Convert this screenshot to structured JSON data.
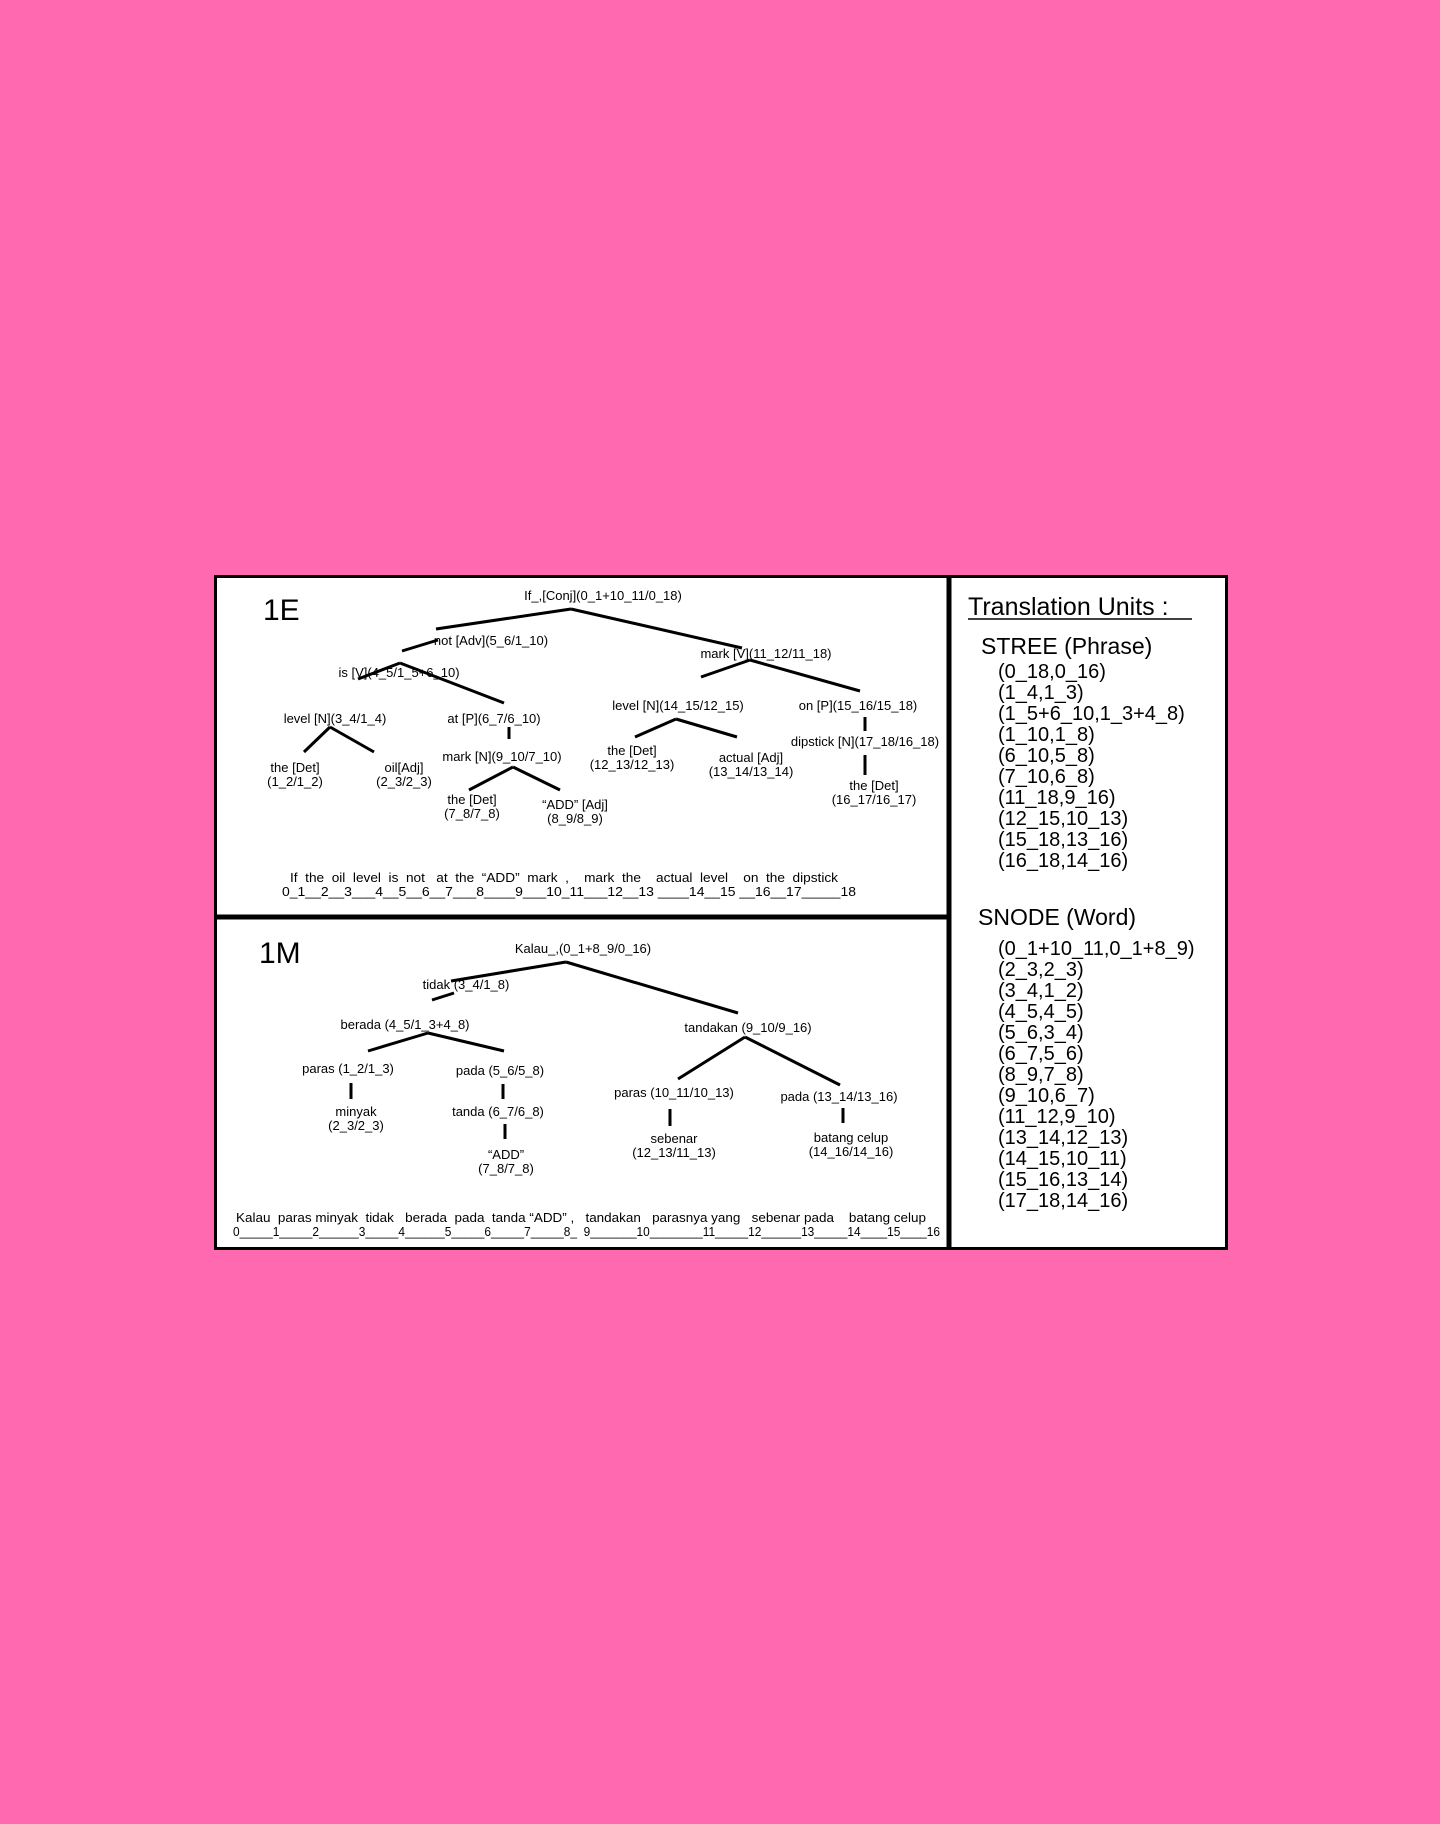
{
  "panel_1e": {
    "label": "1E",
    "nodes": {
      "root": "If_,[Conj](0_1+10_11/0_18)",
      "not": "not [Adv](5_6/1_10)",
      "is": "is [V](4_5/1_5+6_10)",
      "level_n": "level [N](3_4/1_4)",
      "at_p": "at [P](6_7/6_10)",
      "the_det_1": "the [Det]",
      "the_det_1_span": "(1_2/1_2)",
      "oil_adj": "oil[Adj]",
      "oil_adj_span": "(2_3/2_3)",
      "mark_n": "mark [N](9_10/7_10)",
      "the_det_2": "the [Det]",
      "the_det_2_span": "(7_8/7_8)",
      "add_adj": "“ADD” [Adj]",
      "add_adj_span": "(8_9/8_9)",
      "mark_v": "mark [V](11_12/11_18)",
      "level_n_2": "level [N](14_15/12_15)",
      "on_p": "on [P](15_16/15_18)",
      "the_det_3": "the [Det]",
      "the_det_3_span": "(12_13/12_13)",
      "actual_adj": "actual [Adj]",
      "actual_adj_span": "(13_14/13_14)",
      "dipstick_n": "dipstick [N](17_18/16_18)",
      "the_det_4": "the [Det]",
      "the_det_4_span": "(16_17/16_17)"
    },
    "sentence_words": "If  the  oil  level  is  not   at  the  “ADD”  mark  ,    mark  the    actual  level    on  the  dipstick",
    "sentence_indices": "0_1__2__3___4__5__6__7___8____9___10_11___12__13 ____14__15 __16__17_____18"
  },
  "panel_1m": {
    "label": "1M",
    "nodes": {
      "root": "Kalau_,(0_1+8_9/0_16)",
      "tidak": "tidak (3_4/1_8)",
      "berada": "berada (4_5/1_3+4_8)",
      "paras_1": "paras (1_2/1_3)",
      "minyak": "minyak",
      "minyak_span": "(2_3/2_3)",
      "pada_1": "pada (5_6/5_8)",
      "tanda": "tanda (6_7/6_8)",
      "add": "“ADD”",
      "add_span": "(7_8/7_8)",
      "tandakan": "tandakan (9_10/9_16)",
      "paras_2": "paras (10_11/10_13)",
      "sebenar": "sebenar",
      "sebenar_span": "(12_13/11_13)",
      "pada_2": "pada (13_14/13_16)",
      "batang_celup": "batang celup",
      "batang_celup_span": "(14_16/14_16)"
    },
    "sentence_words": "Kalau  paras minyak  tidak   berada  pada  tanda “ADD” ,   tandakan   parasnya yang   sebenar pada    batang celup",
    "sentence_indices": "0_____1_____2______3_____4______5_____6_____7_____8_  9_______10________11_____12______13_____14____15____16"
  },
  "translation_units": {
    "title": "Translation Units :",
    "stree_heading": "STREE (Phrase)",
    "stree_items": [
      "(0_18,0_16)",
      "(1_4,1_3)",
      "(1_5+6_10,1_3+4_8)",
      "(1_10,1_8)",
      "(6_10,5_8)",
      "(7_10,6_8)",
      "(11_18,9_16)",
      "(12_15,10_13)",
      "(15_18,13_16)",
      "(16_18,14_16)"
    ],
    "snode_heading": "SNODE (Word)",
    "snode_items": [
      "(0_1+10_11,0_1+8_9)",
      "(2_3,2_3)",
      "(3_4,1_2)",
      "(4_5,4_5)",
      "(5_6,3_4)",
      "(6_7,5_6)",
      "(8_9,7_8)",
      "(9_10,6_7)",
      "(11_12,9_10)",
      "(13_14,12_13)",
      "(14_15,10_11)",
      "(15_16,13_14)",
      "(17_18,14_16)"
    ]
  },
  "colors": {
    "background": "#ff69b0",
    "figure": "#ffffff",
    "ink": "#000000"
  }
}
